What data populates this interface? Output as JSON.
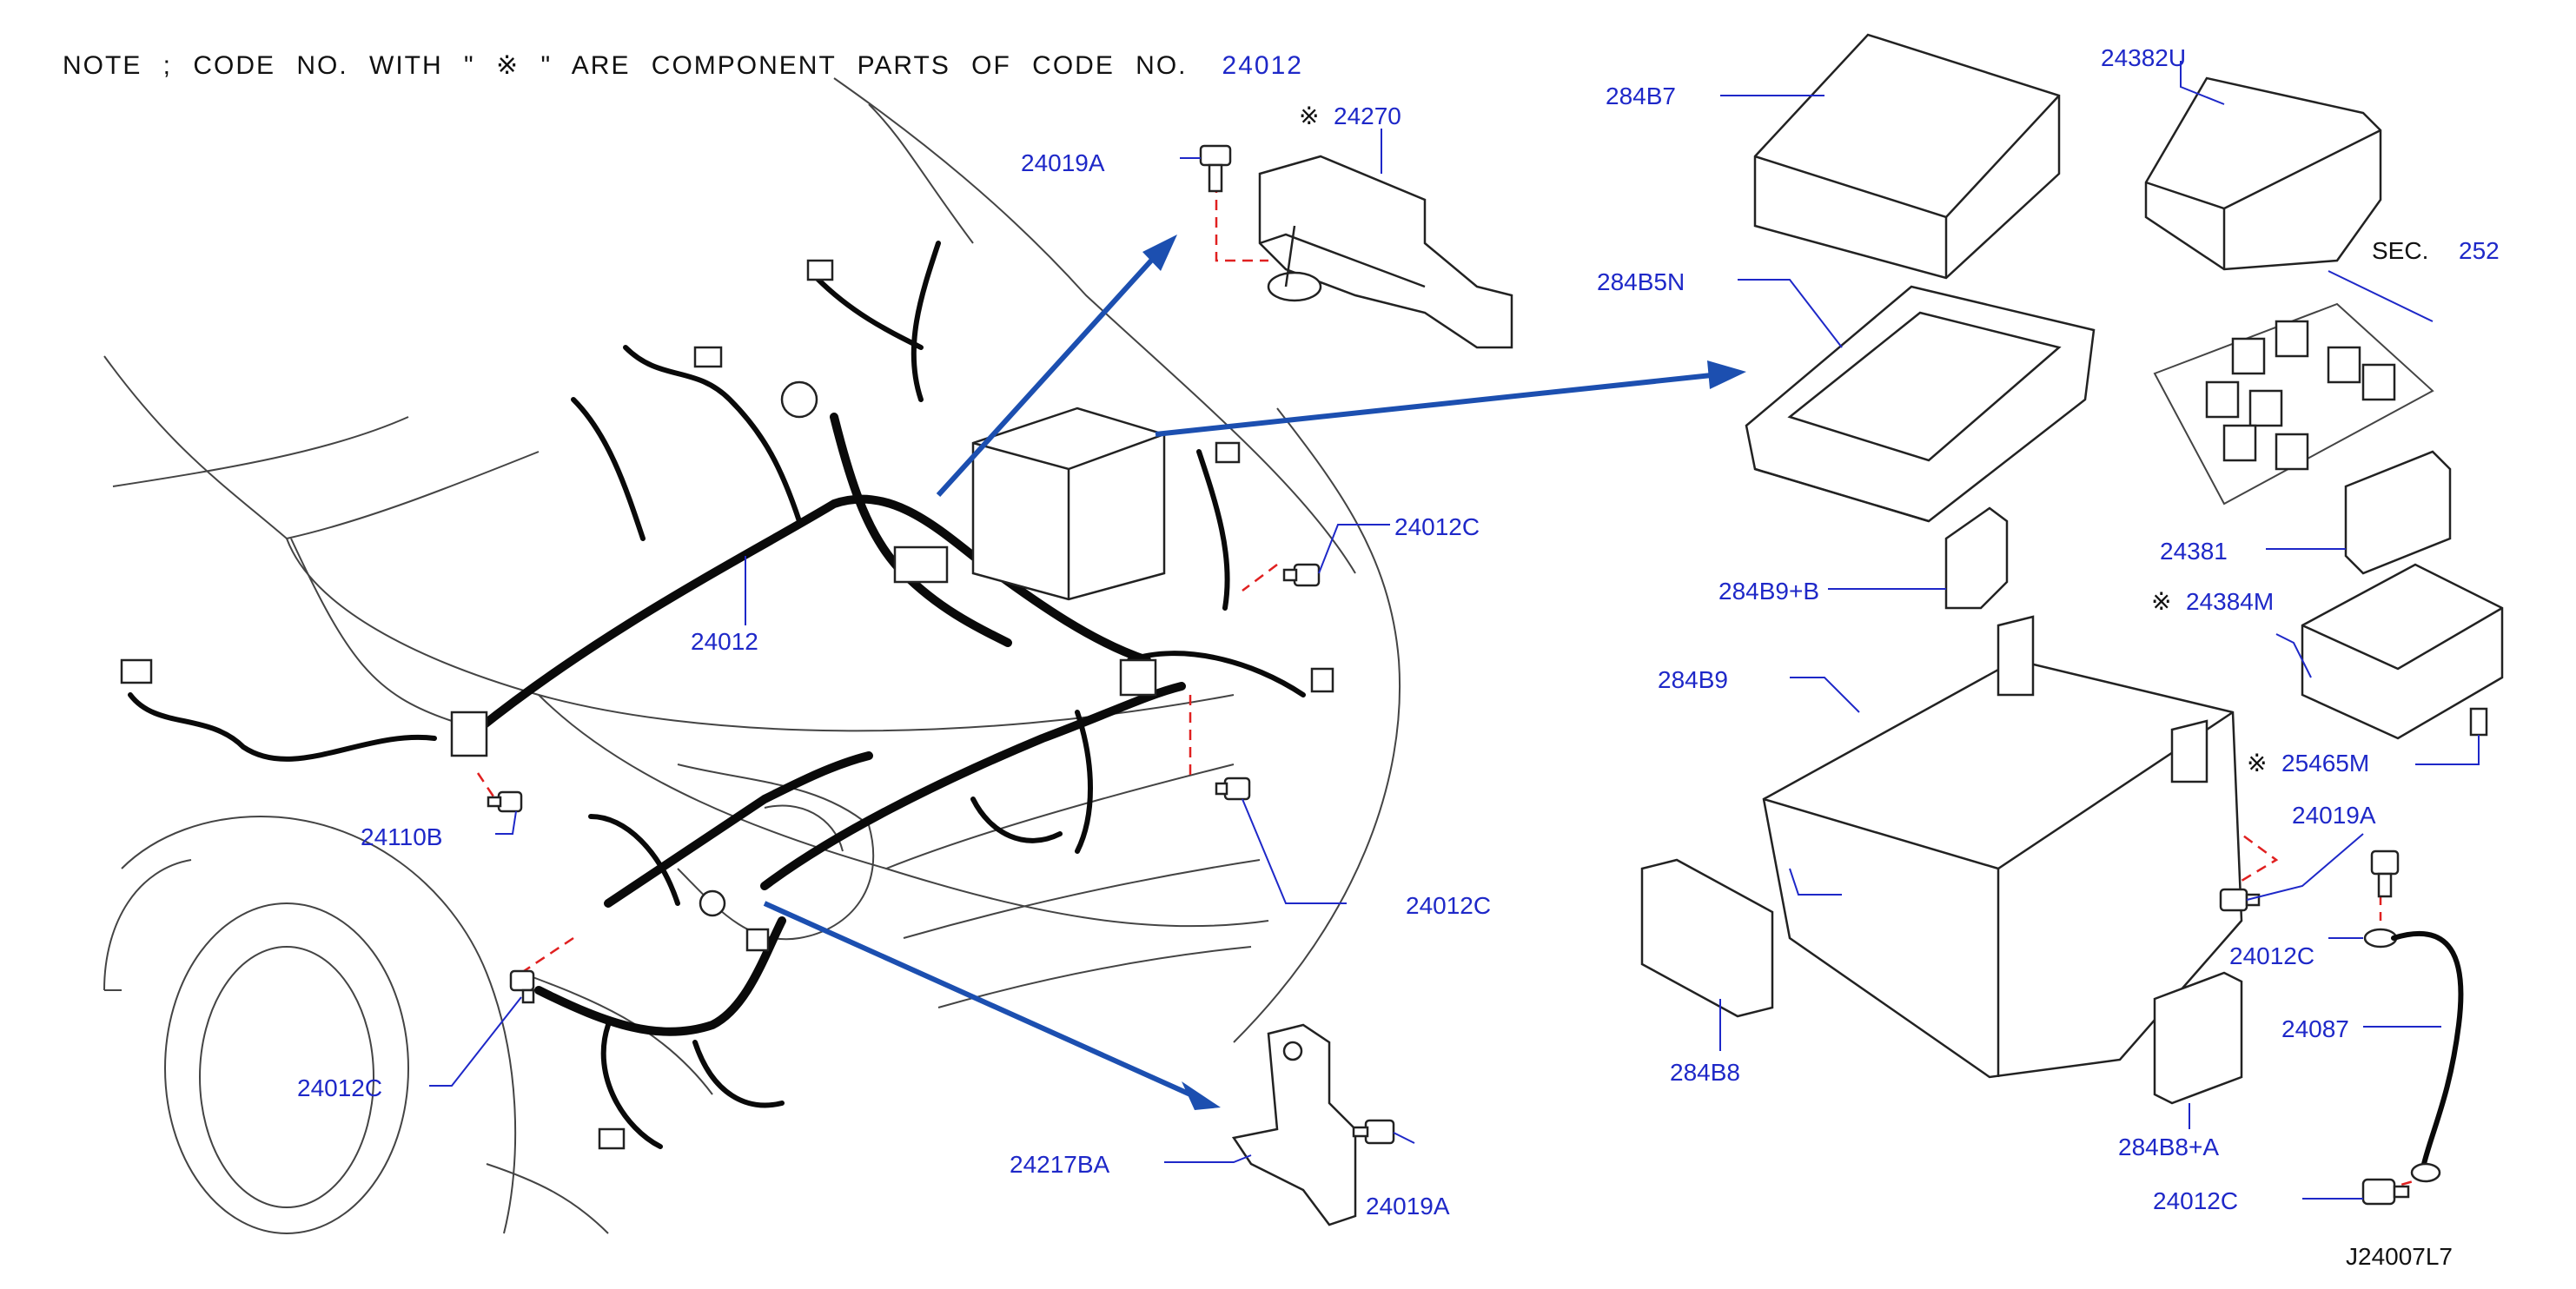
{
  "note": {
    "text": "NOTE ; CODE NO. WITH \" ※ \" ARE COMPONENT PARTS OF CODE NO.",
    "code": "24012"
  },
  "labels": {
    "l24270": "24270",
    "l24019A_top": "24019A",
    "l24012_main": "24012",
    "l24012C_r1": "24012C",
    "l24110B": "24110B",
    "l24012C_r2": "24012C",
    "l24012C_l": "24012C",
    "l24217BA": "24217BA",
    "l24019A_bot": "24019A",
    "l284B7": "284B7",
    "l24382U": "24382U",
    "lSEC": "SEC.",
    "l252": "252",
    "l284B5N": "284B5N",
    "l24381": "24381",
    "l284B9B": "284B9+B",
    "l24384M": "24384M",
    "l284B9": "284B9",
    "l25465M": "25465M",
    "l24019A_r": "24019A",
    "l24012C_r3": "24012C",
    "l24087": "24087",
    "l284B8": "284B8",
    "l284B8A": "284B8+A",
    "l24012C_r4": "24012C",
    "diagram_id": "J24007L7"
  },
  "symbols": {
    "component_mark": "※"
  },
  "colors": {
    "label": "#1e28c8",
    "arrow": "#1c4fb0",
    "dashed_guide": "#e02020",
    "line": "#222222"
  }
}
